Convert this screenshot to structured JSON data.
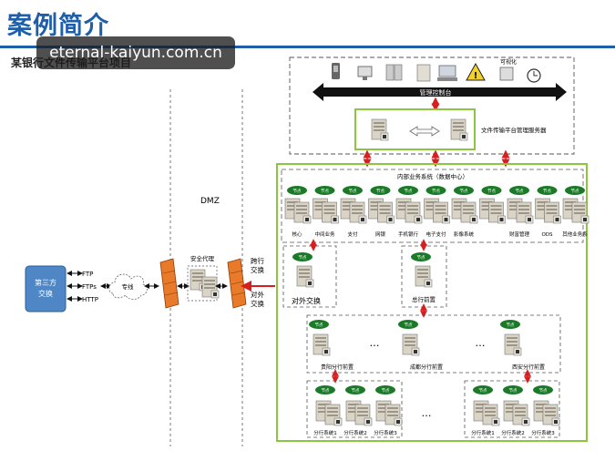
{
  "header": {
    "title": "案例简介",
    "subtitle": "某银行文件传输平台项目",
    "watermark": "eternal-kaiyun.com.cn"
  },
  "diagram": {
    "management": {
      "mobile_label": "可视化",
      "console_label": "管理控制台",
      "platform_server_label": "文件传输平台管理服务器"
    },
    "zone_labels": {
      "dmz": "DMZ"
    },
    "third_party": {
      "label_line1": "第三方",
      "label_line2": "交换"
    },
    "protocols": [
      "FTP",
      "FTPs",
      "HTTP"
    ],
    "cloud_label": "专线",
    "proxy_label": "安全代理",
    "cross_label_line1": "跨行",
    "cross_label_line2": "交换",
    "external_label_line1": "对外",
    "external_label_line2": "交换",
    "internal_title": "内部业务系统（数据中心）",
    "node_label": "节点",
    "internal_systems": [
      "核心",
      "中间业务",
      "支付",
      "网银",
      "手机银行",
      "电子支付",
      "影像系统",
      "",
      "财富管理",
      "ODS",
      "其他业务系"
    ],
    "external_exchange_label": "对外交换",
    "head_front_label": "总行前置",
    "branches": [
      "贵阳分行前置",
      "成都分行前置",
      "西安分行前置"
    ],
    "ellipsis": "…",
    "sub_branches_left": [
      "分行系统1",
      "分行系统2",
      "分行系统3"
    ],
    "sub_branches_right": [
      "分行系统1",
      "分行系统2",
      "分行系统3"
    ]
  }
}
